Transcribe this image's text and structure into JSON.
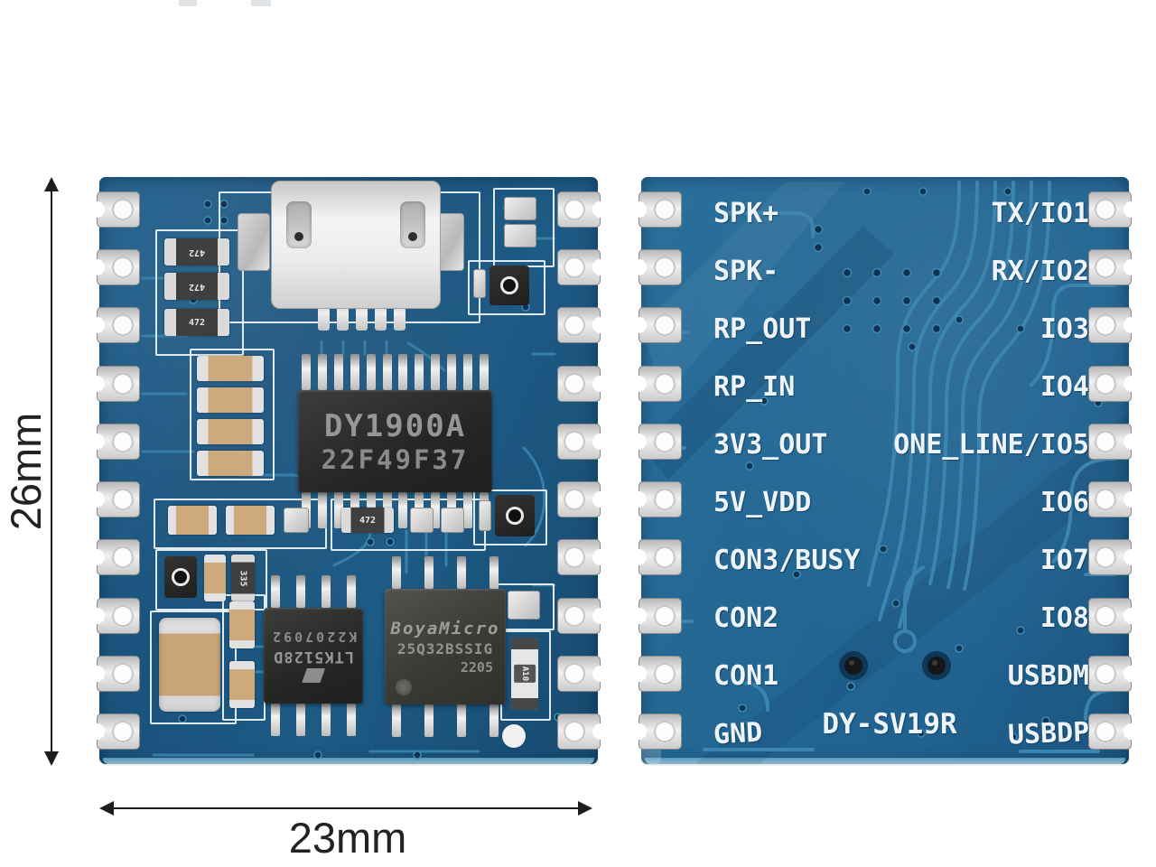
{
  "dimensions": {
    "height": {
      "label": "26mm"
    },
    "width": {
      "label": "23mm"
    }
  },
  "front_board": {
    "chips": {
      "main": {
        "line1": "DY1900A",
        "line2": "22F49F37"
      },
      "amplifier": {
        "line1": "LTK5128D",
        "line2": "K2207092"
      },
      "flash": {
        "line1": "BoyaMicro",
        "line2": "25Q32BSSIG",
        "line3": "2205"
      }
    },
    "component_markings": {
      "r1": "472",
      "r2": "472",
      "r3": "472",
      "r4": "472",
      "r5": "335",
      "diode": "A10"
    }
  },
  "back_board": {
    "left_pins": [
      "SPK+",
      "SPK-",
      "RP_OUT",
      "RP_IN",
      "3V3_OUT",
      "5V_VDD",
      "CON3/BUSY",
      "CON2",
      "CON1",
      "GND"
    ],
    "right_pins": [
      "TX/IO1",
      "RX/IO2",
      "IO3",
      "IO4",
      "ONE_LINE/IO5",
      "IO6",
      "IO7",
      "IO8",
      "USBDM",
      "USBDP"
    ],
    "model": "DY-SV19R"
  },
  "colors": {
    "pcb_front": "#1d5a84",
    "pcb_back": "#236793",
    "trace": "#3d87b0",
    "silkscreen": "#eef4f8",
    "pad_silver": "#d9d9d9",
    "dimension": "#1d1d1d"
  }
}
